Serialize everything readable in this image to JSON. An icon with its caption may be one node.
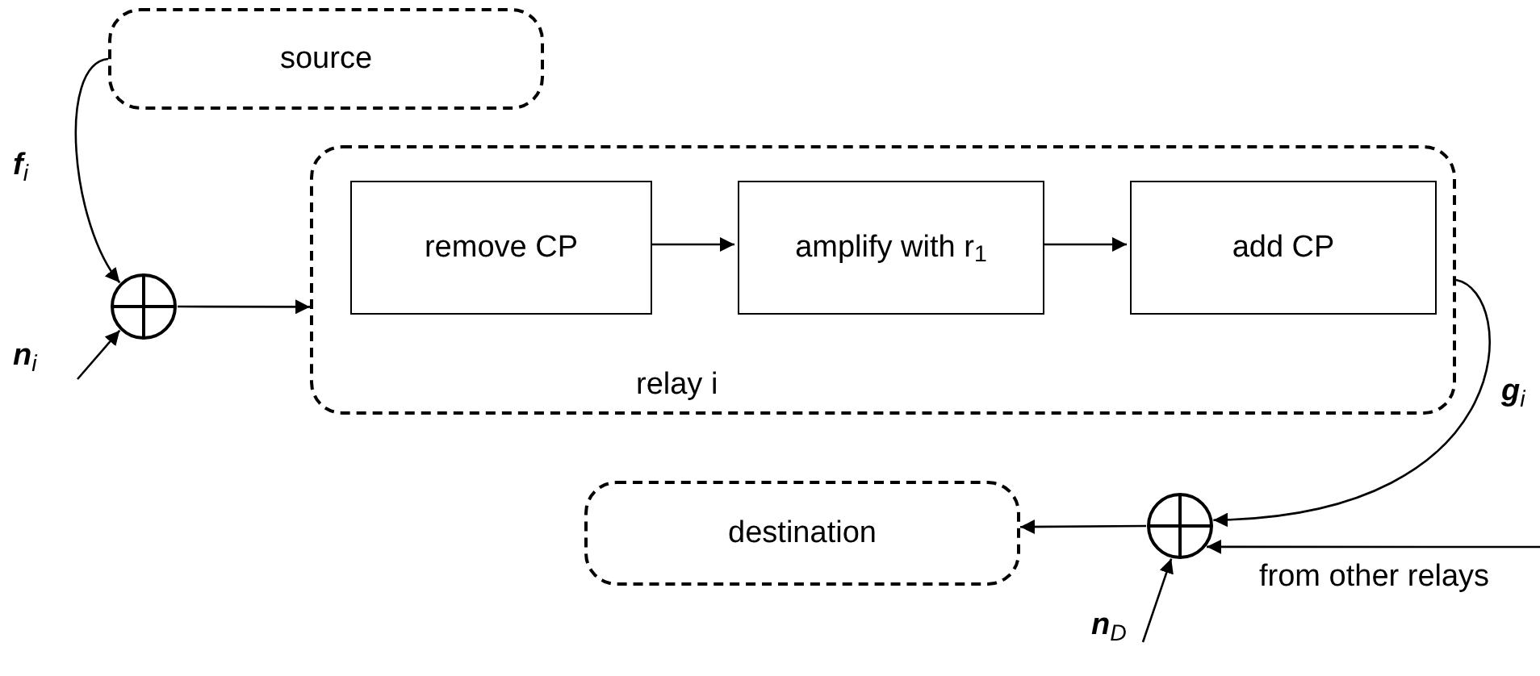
{
  "diagram": {
    "nodes": [
      {
        "text": [
          "source"
        ]
      },
      {
        "text": [],
        "shape": "circle"
      },
      {
        "text": [
          "relay i"
        ]
      },
      {
        "text": [
          "remove CP"
        ],
        "in": 2
      },
      {
        "text": [
          "amplify with r$_{1}$"
        ],
        "in": 2
      },
      {
        "text": [
          "add CP"
        ],
        "in": 2
      },
      {
        "text": [
          "destination"
        ]
      },
      {
        "text": [],
        "shape": "circle"
      }
    ],
    "edges": [
      {
        "from": 0,
        "to": 1,
        "arrow": "to",
        "label": "**f**$_{i}$"
      },
      {
        "from": null,
        "to": 1,
        "arrow": "to",
        "label": "**n**$_{i}$"
      },
      {
        "from": 1,
        "to": 2,
        "arrow": "to"
      },
      {
        "from": 3,
        "to": 4,
        "arrow": "to"
      },
      {
        "from": 4,
        "to": 5,
        "arrow": "to"
      },
      {
        "from": 2,
        "to": 7,
        "arrow": "to",
        "label": "**g**$_{i}$"
      },
      {
        "from": null,
        "to": 7,
        "arrow": "to",
        "label": "from other relays"
      },
      {
        "from": null,
        "to": 7,
        "arrow": "to",
        "label": "**n**$_{D}$"
      },
      {
        "from": 7,
        "to": 6,
        "arrow": "to"
      }
    ]
  }
}
